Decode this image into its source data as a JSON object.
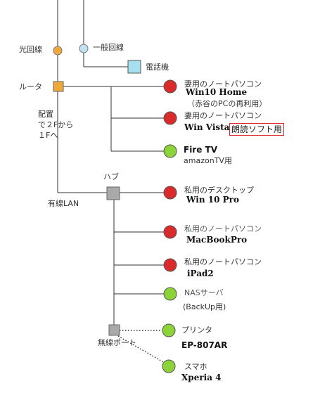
{
  "colors": {
    "line": "#333333",
    "red_node": "#d92b2b",
    "green_node": "#8cd33a",
    "orange_node": "#f0a83a",
    "blue_node": "#bfe1f0",
    "gray_node": "#a9a9a9",
    "box_border": "#d22222"
  },
  "labels": {
    "fiber_line": "光回線",
    "general_line": "一般回線",
    "phone": "電話機",
    "router": "ルータ",
    "placement": [
      "配置",
      "で２Fから",
      "１Fへ"
    ],
    "wired_lan": "有線LAN",
    "hub": "ハブ",
    "wireless_port": "無線ポート"
  },
  "devices": [
    {
      "id": "laptop-win10",
      "color": "red",
      "line1": "妻用のノートパソコン",
      "line2": "Win10 Home",
      "line3": "（赤谷のPCの再利用）"
    },
    {
      "id": "laptop-vista",
      "color": "red",
      "line1": "妻用のノートパソコン",
      "line2": "Win Vista",
      "note": "朗読ソフト用"
    },
    {
      "id": "fire-tv",
      "color": "green",
      "line1": "Fire TV",
      "line2": "amazonTV用"
    },
    {
      "id": "desktop",
      "color": "red",
      "line1": "私用のデスクトップ",
      "line2": "Win 10 Pro"
    },
    {
      "id": "macbook",
      "color": "red",
      "line1": "私用のノートパソコン",
      "line2": "MacBookPro"
    },
    {
      "id": "ipad",
      "color": "red",
      "line1": "私用のノートパソコン",
      "line2": "iPad2"
    },
    {
      "id": "nas",
      "color": "green",
      "line1": "NASサーバ",
      "line2": "(BackUp用)"
    },
    {
      "id": "printer",
      "color": "green",
      "line1": "プリンタ",
      "line2": "EP-807AR"
    },
    {
      "id": "smartphone",
      "color": "green",
      "line1": "スマホ",
      "line2": "Xperia 4"
    }
  ]
}
